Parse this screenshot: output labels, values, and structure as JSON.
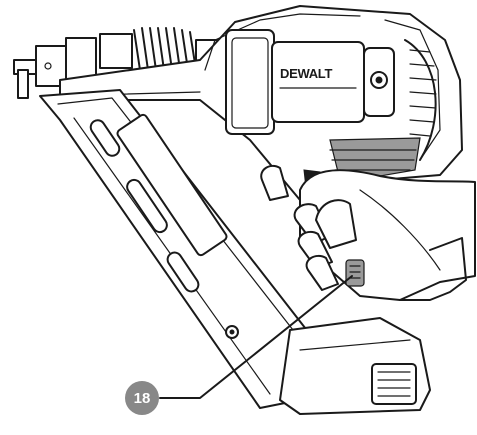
{
  "figure": {
    "brand_label": "DEWALT",
    "callouts": [
      {
        "label": "18",
        "points_to": "battery-release-button"
      }
    ],
    "colors": {
      "ink": "#1a1a1a",
      "shade": "#9a9a9a",
      "callout_fill": "#888888",
      "callout_text": "#ffffff"
    }
  }
}
